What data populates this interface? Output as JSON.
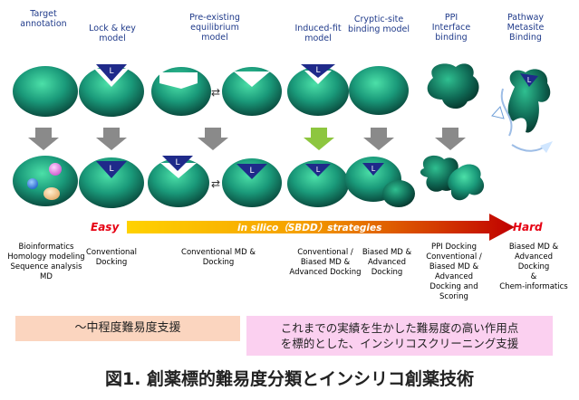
{
  "headers": [
    "Target\nannotation",
    "Lock & key\nmodel",
    "Pre-existing\nequilibrium\nmodel",
    "Induced-fit\nmodel",
    "Cryptic-site\nbinding model",
    "PPI\nInterface\nbinding",
    "Pathway\nMetasite\nBinding"
  ],
  "ligand_label": "L",
  "equilibrium_symbol": "⇄",
  "scale": {
    "easy": "Easy",
    "middle": "in silico（SBDD）strategies",
    "hard": "Hard"
  },
  "descriptions": [
    "Bioinformatics\nHomology modeling\nSequence analysis\nMD",
    "Conventional\nDocking",
    "Conventional MD &\nDocking",
    "Conventional /\nBiased MD &\nAdvanced Docking",
    "Biased MD &\nAdvanced\nDocking",
    "PPI Docking\nConventional /\nBiased MD &\nAdvanced\nDocking and\nScoring",
    "Biased MD &\nAdvanced\nDocking\n&\nChem-informatics"
  ],
  "support_left": "〜中程度難易度支援",
  "support_right": "これまでの実績を生かした難易度の高い作用点\nを標的とした、インシリコスクリーニング支援",
  "caption": "図1. 創薬標的難易度分類とインシリコ創薬技術",
  "colors": {
    "protein": "#1a9a7a",
    "ligand": "#1f2a8a",
    "arrow_gray": "#8a8a8a",
    "arrow_green": "#8dc63f",
    "left_box": "#fbd5bf",
    "right_box": "#fbd0f0",
    "easy": "#e60012",
    "hard": "#e60012"
  }
}
